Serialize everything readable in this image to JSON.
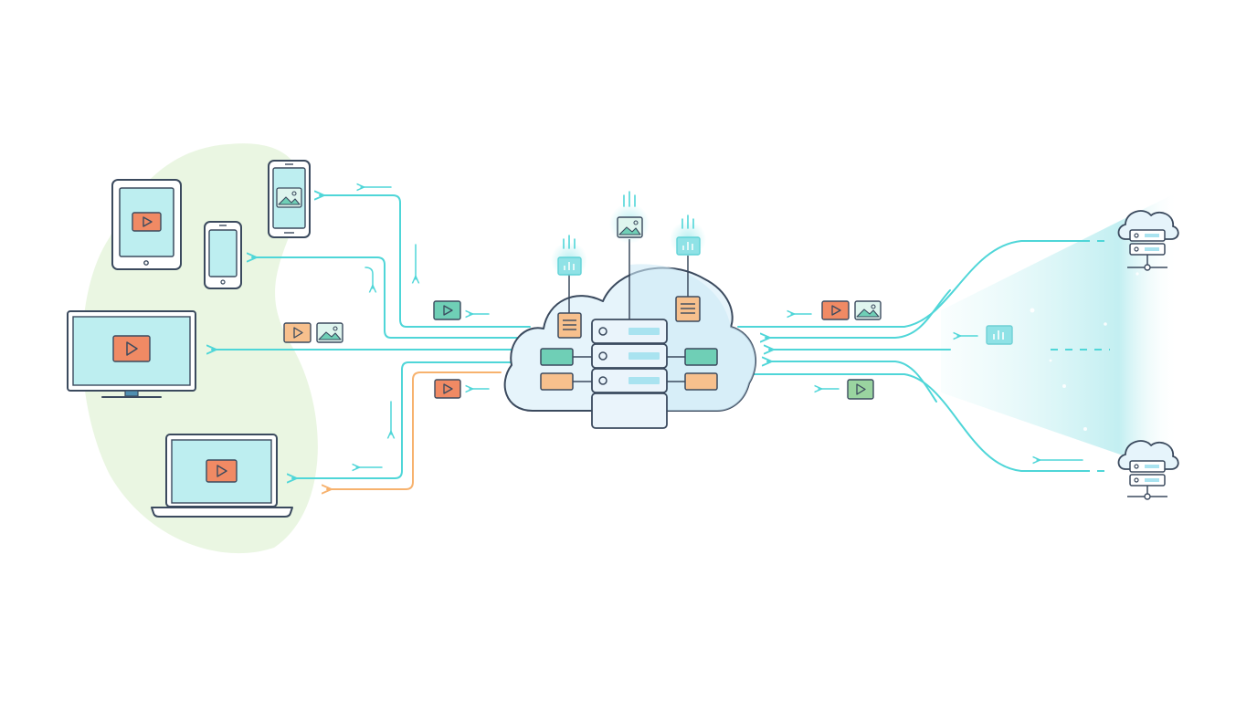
{
  "diagram": {
    "kind": "cloud content distribution",
    "colors": {
      "teal": "#4fd6d8",
      "teal_dark": "#2eb8bd",
      "outline": "#3b4a5e",
      "screen": "#bdeef0",
      "orange": "#f08a64",
      "peach": "#f7c08d",
      "green": "#9ad4a0",
      "mint": "#6fcfb6",
      "blob": "#e3f3dc",
      "cloud_fill": "#e6f4fb"
    },
    "client_devices": [
      {
        "device": "tablet",
        "content_icon": "play-icon"
      },
      {
        "device": "phone",
        "content_icon": "image-icon"
      },
      {
        "device": "phone",
        "content_icon": "none"
      },
      {
        "device": "monitor",
        "content_icon": "play-icon"
      },
      {
        "device": "laptop",
        "content_icon": "play-icon"
      }
    ],
    "hub": {
      "shape": "cloud",
      "inner": "server-stack",
      "server_units": 4
    },
    "origin_servers": [
      {
        "device": "cloud-server",
        "position": "top-right"
      },
      {
        "device": "cloud-server",
        "position": "bottom-right"
      }
    ],
    "floating_icons": [
      "play-icon",
      "image-icon",
      "document-icon",
      "chart-icon"
    ]
  }
}
